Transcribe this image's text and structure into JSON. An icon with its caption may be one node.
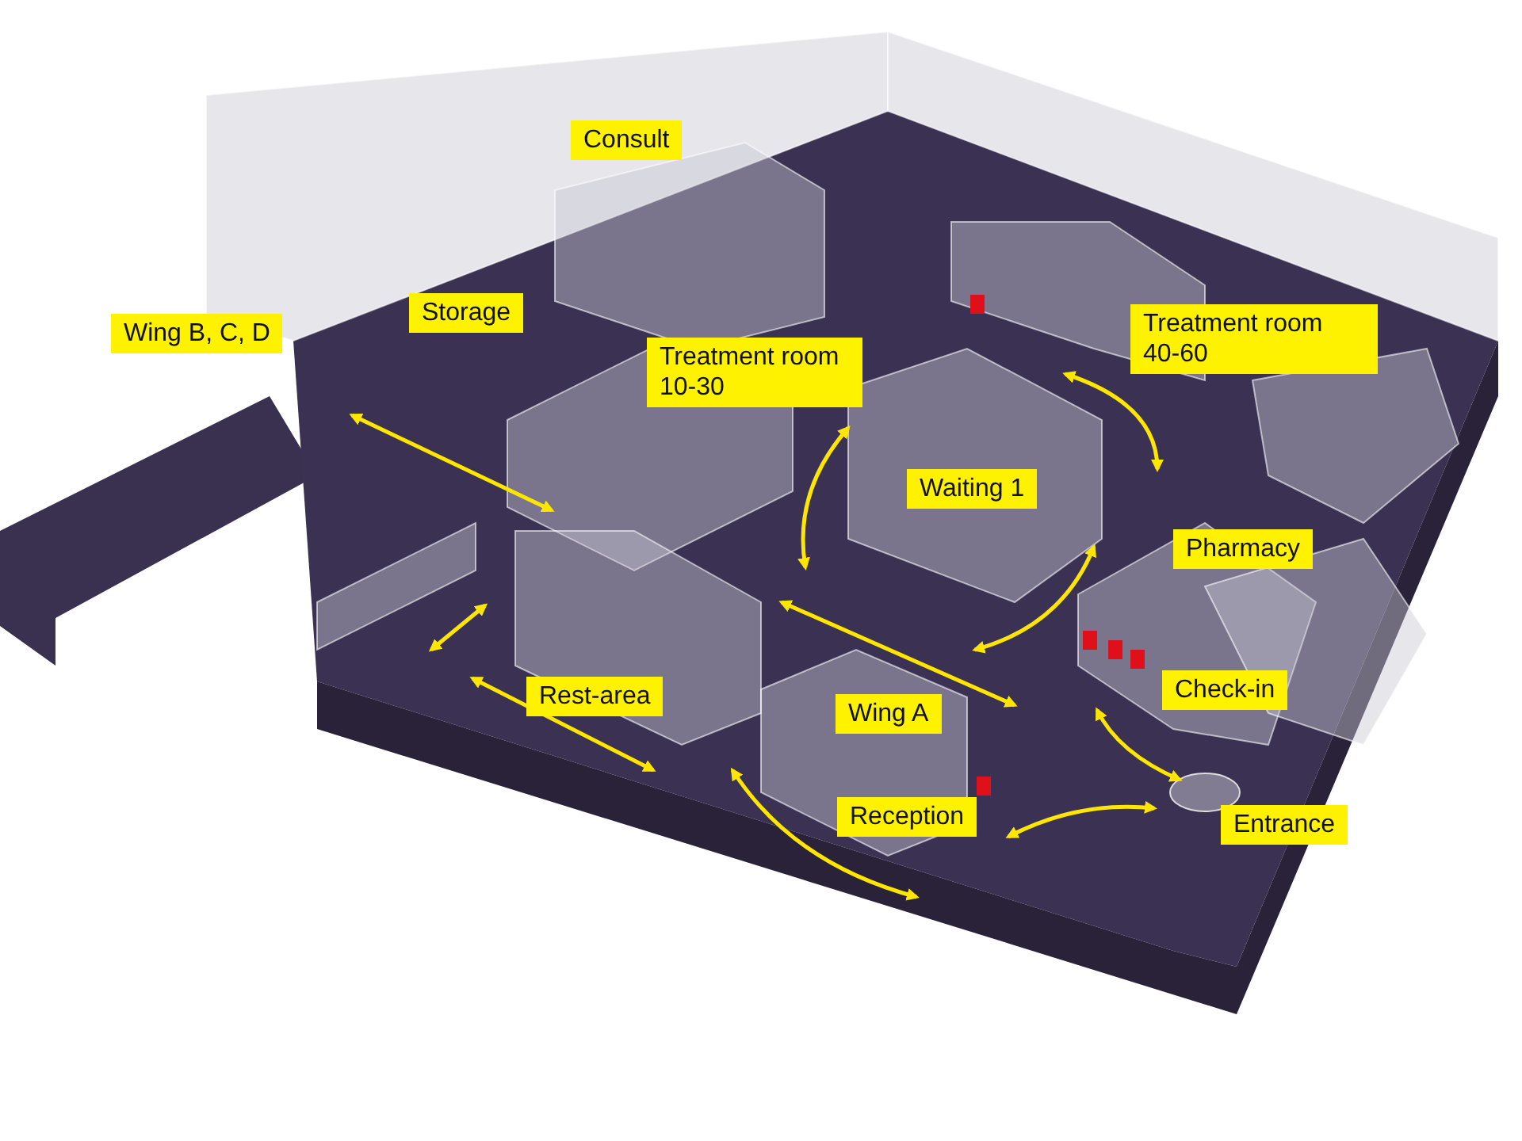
{
  "diagram": {
    "nodes": [
      {
        "text": [
          "Consult"
        ]
      },
      {
        "text": [
          "Storage"
        ]
      },
      {
        "text": [
          "Wing B, C, D"
        ]
      },
      {
        "text": [
          "Treatment room 10-30"
        ]
      },
      {
        "text": [
          "Treatment room 40-60"
        ]
      },
      {
        "text": [
          "Waiting 1"
        ]
      },
      {
        "text": [
          "Pharmacy"
        ]
      },
      {
        "text": [
          "Rest-area"
        ]
      },
      {
        "text": [
          "Wing A"
        ]
      },
      {
        "text": [
          "Check-in"
        ]
      },
      {
        "text": [
          "Reception"
        ]
      },
      {
        "text": [
          "Entrance"
        ]
      }
    ]
  }
}
